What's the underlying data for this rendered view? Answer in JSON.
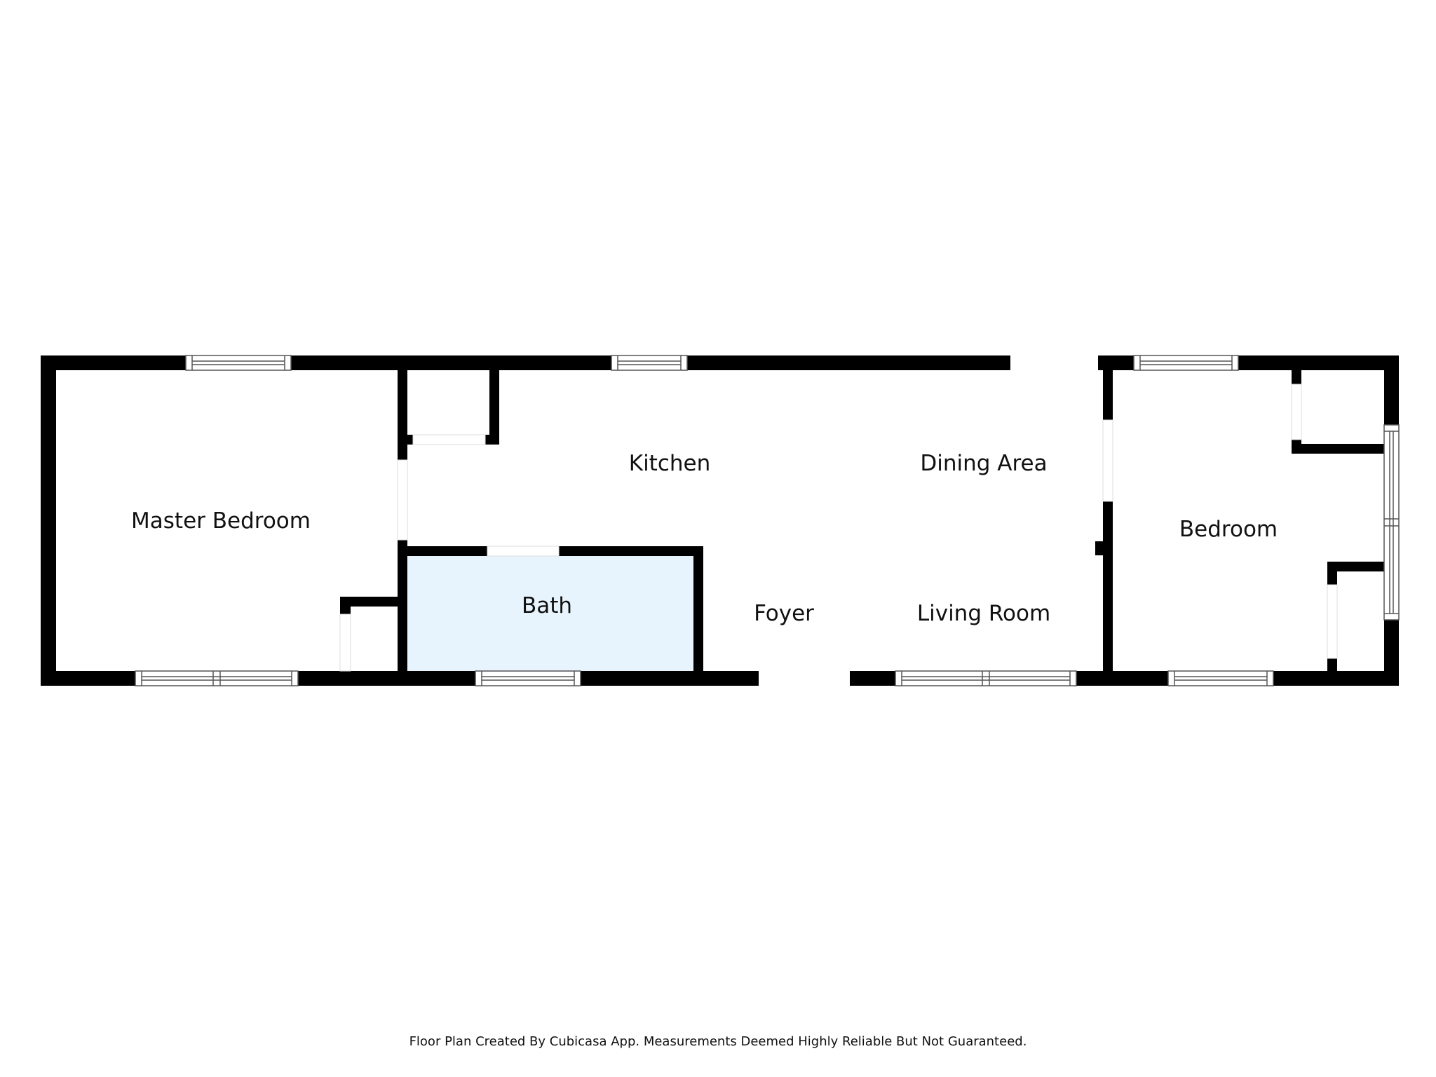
{
  "rooms": {
    "master_bedroom": "Master Bedroom",
    "kitchen": "Kitchen",
    "dining_area": "Dining Area",
    "bath": "Bath",
    "foyer": "Foyer",
    "living_room": "Living Room",
    "bedroom": "Bedroom"
  },
  "colors": {
    "wall": "#000000",
    "bath_fill": "#e8f4fd",
    "window_frame": "#555555",
    "background": "#ffffff"
  },
  "footer": {
    "disclaimer": "Floor Plan Created By Cubicasa App. Measurements Deemed Highly Reliable But Not Guaranteed."
  }
}
